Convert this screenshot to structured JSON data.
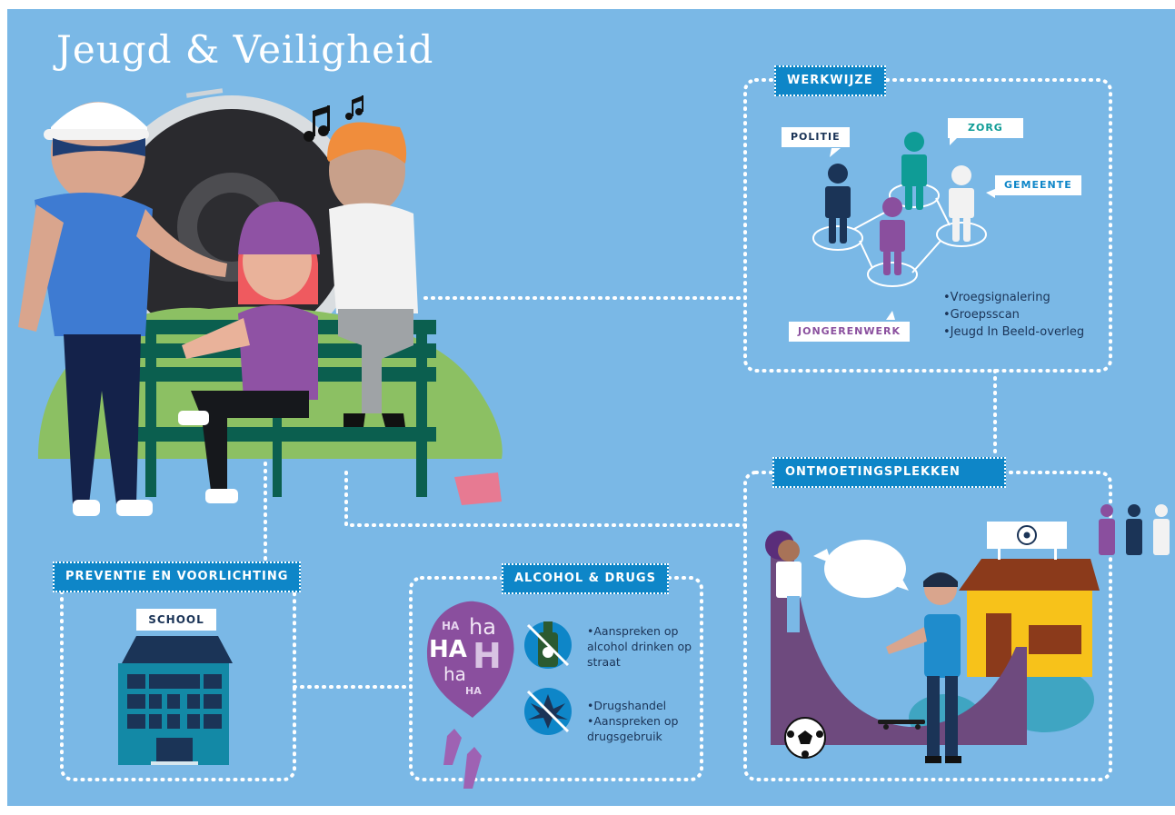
{
  "title": "Jeugd & Veiligheid",
  "sections": {
    "werkwijze": {
      "label": "WERKWIJZE",
      "roles": [
        "POLITIE",
        "ZORG",
        "GEMEENTE",
        "JONGERENWERK"
      ],
      "items": [
        "Vroegsignalering",
        "Groepsscan",
        "Jeugd In Beeld-overleg"
      ]
    },
    "ontmoetingsplekken": {
      "label": "ONTMOETINGSPLEKKEN"
    },
    "preventie": {
      "label": "PREVENTIE EN VOORLICHTING",
      "building_sign": "SCHOOL"
    },
    "alcohol": {
      "label": "ALCOHOL & DRUGS",
      "balloon_words": [
        "HA",
        "ha",
        "HA",
        "H",
        "ha",
        "HA"
      ],
      "alcohol_items": [
        "Aanspreken op alcohol drinken op straat"
      ],
      "drug_items": [
        "Drugshandel",
        "Aanspreken op drugsgebruik"
      ]
    }
  },
  "colors": {
    "background": "#7ab8e6",
    "label_blue": "#0e86c8",
    "navy": "#1b3457",
    "teal": "#0f9c96",
    "purple": "#8a4f9e",
    "bench_green": "#0b5f4f",
    "bush_green": "#8cc063",
    "house_yellow": "#f7c21a",
    "roof_brown": "#8b3a1b",
    "ramp_purple": "#6e4a7e",
    "building_teal": "#1389a6"
  },
  "icons": [
    "music-notes-icon",
    "shield-icon",
    "football-icon",
    "bottle-icon",
    "cannabis-leaf-icon",
    "balloon-icon"
  ]
}
